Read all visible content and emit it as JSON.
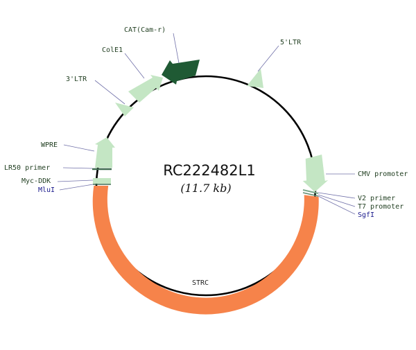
{
  "plasmid": {
    "name": "RC222482L1",
    "size": "(11.7 kb)"
  },
  "colors": {
    "backbone": "#000000",
    "light_feature": "#c4e6c4",
    "dark_feature": "#1f5a34",
    "insert": "#f6834a"
  },
  "features": {
    "cat": "CAT(Cam-r)",
    "ltr5": "5'LTR",
    "cole1": "ColE1",
    "ltr3": "3'LTR",
    "wpre": "WPRE",
    "lr50": "LR50 primer",
    "mycddk": "Myc-DDK",
    "mlui": "MluI",
    "cmv": "CMV promoter",
    "v2": "V2 primer",
    "t7": "T7 promoter",
    "sgfi": "SgfI",
    "strc": "STRC"
  }
}
